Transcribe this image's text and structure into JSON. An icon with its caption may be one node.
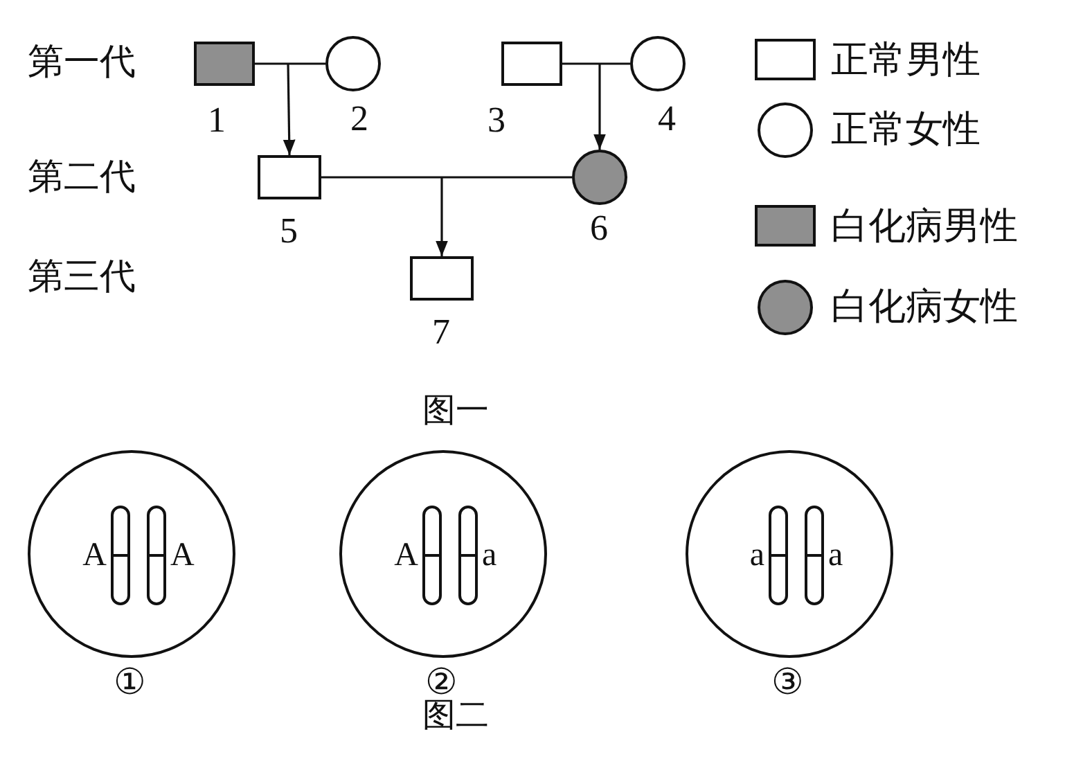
{
  "diagram": {
    "nodes": [
      {
        "text": [],
        "shape": "box",
        "beside": [
          "1"
        ]
      },
      {
        "text": [],
        "shape": "circle",
        "beside": [
          "2"
        ]
      },
      {
        "text": [],
        "shape": "box",
        "beside": [
          "3"
        ]
      },
      {
        "text": [],
        "shape": "circle",
        "beside": [
          "4"
        ]
      },
      {
        "text": [],
        "shape": "box",
        "beside": [
          "5"
        ]
      },
      {
        "text": [],
        "shape": "circle",
        "beside": [
          "6"
        ]
      },
      {
        "text": [],
        "shape": "box",
        "beside": [
          "7"
        ]
      },
      {
        "text": [],
        "shape": "circle",
        "beside": [
          "①"
        ]
      },
      {
        "text": [],
        "shape": "bar",
        "in": 7,
        "beside": [
          "A"
        ]
      },
      {
        "text": [],
        "shape": "bar",
        "in": 7,
        "beside": [
          "A"
        ]
      },
      {
        "text": [],
        "shape": "circle",
        "beside": [
          "②"
        ]
      },
      {
        "text": [],
        "shape": "bar",
        "in": 10,
        "beside": [
          "A"
        ]
      },
      {
        "text": [],
        "shape": "bar",
        "in": 10,
        "beside": [
          "a"
        ]
      },
      {
        "text": [],
        "shape": "circle",
        "beside": [
          "③"
        ]
      },
      {
        "text": [],
        "shape": "bar",
        "in": 13,
        "beside": [
          "a"
        ]
      },
      {
        "text": [],
        "shape": "bar",
        "in": 13,
        "beside": [
          "a"
        ]
      }
    ],
    "edges": [
      {
        "from": 0,
        "to": 1,
        "arrow": "none"
      },
      {
        "from": null,
        "to": 4,
        "arrow": "to"
      },
      {
        "from": 2,
        "to": 3,
        "arrow": "none"
      },
      {
        "from": null,
        "to": 5,
        "arrow": "to"
      },
      {
        "from": 4,
        "to": 5,
        "arrow": "none"
      },
      {
        "from": null,
        "to": 6,
        "arrow": "to"
      }
    ],
    "labels": [
      "第一代",
      "第二代",
      "第三代",
      "图一",
      "图二"
    ],
    "legend": [
      {
        "text": "正常男性"
      },
      {
        "text": "正常女性"
      },
      {
        "text": "白化病男性"
      },
      {
        "text": "白化病女性"
      }
    ]
  }
}
